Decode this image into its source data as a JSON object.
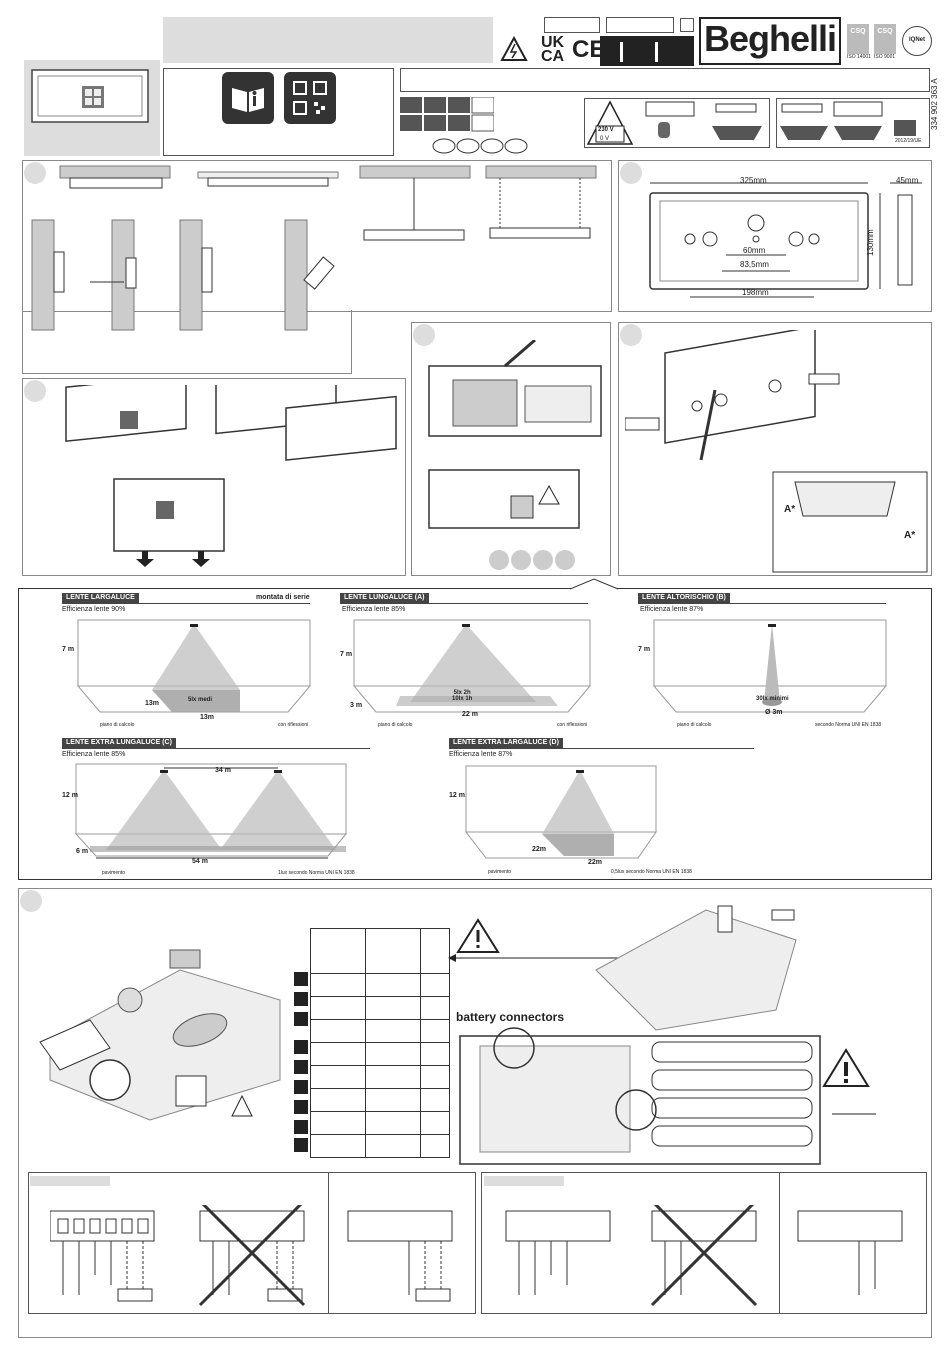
{
  "header": {
    "brand": "Beghelli",
    "ukca": "UK\nCA",
    "ce": "CE",
    "csq1": "CSQ",
    "csq2": "CSQ",
    "csq1_sub": "ISO 14001",
    "csq2_sub": "ISO 9001",
    "iqnet": "IQNet",
    "doc_code": "334 902 363 A",
    "warning_voltage": "230 V",
    "warning_zero": "0 V",
    "weee_directive": "2012/19/UE"
  },
  "dimensions": {
    "width": "325mm",
    "depth": "45mm",
    "height": "130mm",
    "hole_spacing_1": "60mm",
    "hole_spacing_2": "83,5mm",
    "hole_spacing_3": "198mm"
  },
  "markers": {
    "a_star_1": "A*",
    "a_star_2": "A*"
  },
  "lenses": [
    {
      "title": "LENTE LARGALUCE",
      "note": "montata di serie",
      "efficiency": "Efficienza lente 90%",
      "height": "7 m",
      "dim_side": "13m",
      "dim_front": "13m",
      "lux": "5lx medi",
      "left_foot": "piano di calcolo",
      "right_foot": "con riflessioni"
    },
    {
      "title": "LENTE LUNGALUCE (A)",
      "efficiency": "Efficienza lente 85%",
      "height": "7 m",
      "dim_side": "3 m",
      "dim_front": "22 m",
      "lux": "5lx 2h\n10lx 1h",
      "left_foot": "piano di calcolo",
      "right_foot": "con riflessioni"
    },
    {
      "title": "LENTE ALTORISCHIO (B)",
      "efficiency": "Efficienza lente 87%",
      "height": "7 m",
      "dim_front": "Ø 3m",
      "lux": "30lx minimi",
      "left_foot": "piano di calcolo",
      "right_foot": "secondo Norma UNI EN 1838"
    },
    {
      "title": "LENTE EXTRA LUNGALUCE (C)",
      "efficiency": "Efficienza lente 85%",
      "height": "12 m",
      "dim_side": "6 m",
      "dim_top": "34 m",
      "dim_front": "54 m",
      "left_foot": "pavimento",
      "right_foot": "1lux secondo Norma UNI EN 1838"
    },
    {
      "title": "LENTE EXTRA LARGALUCE (D)",
      "efficiency": "Efficienza lente 87%",
      "height": "12 m",
      "dim_side": "22m",
      "dim_front": "22m",
      "left_foot": "pavimento",
      "right_foot": "0,5lux secondo Norma UNI EN 1838"
    }
  ],
  "wiring": {
    "battery_connectors": "battery connectors"
  }
}
